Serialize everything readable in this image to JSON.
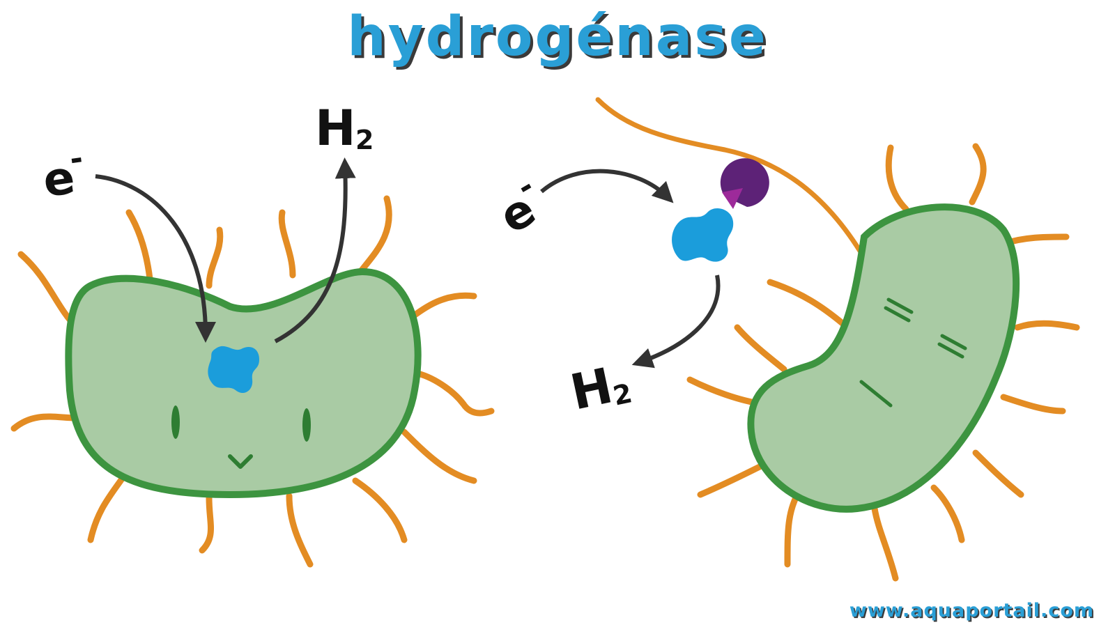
{
  "title": "hydrogénase",
  "website": "www.aquaportail.com",
  "labels": {
    "electron": "e",
    "electron_charge": "-",
    "hydrogen": "H",
    "hydrogen_subscript": "2"
  },
  "colors": {
    "title": "#2a9fd6",
    "cell_fill": "#a9cba4",
    "cell_outline": "#3d9440",
    "pili": "#e38c23",
    "enzyme": "#1b9ddb",
    "inhibitor": "#5d2277",
    "arrow": "#333333"
  }
}
